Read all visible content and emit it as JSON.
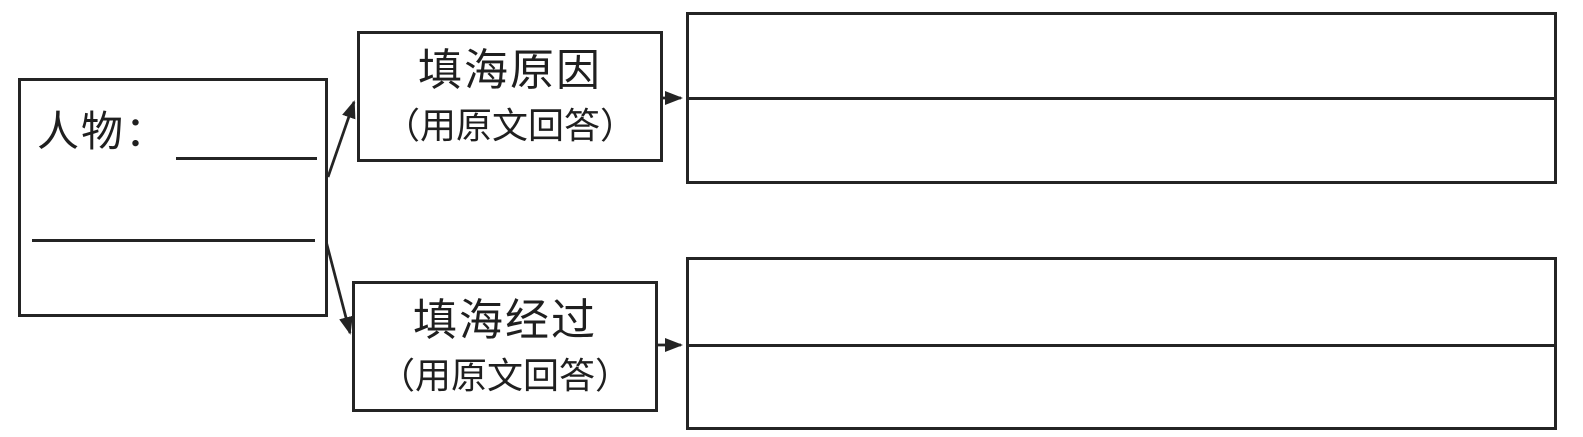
{
  "colors": {
    "ink": "#242424",
    "background": "#ffffff"
  },
  "character_box": {
    "label": "人物：",
    "blank_top_value": "",
    "blank_bottom_value": ""
  },
  "reason_box": {
    "title": "填海原因",
    "subtitle": "（用原文回答）"
  },
  "process_box": {
    "title": "填海经过",
    "subtitle": "（用原文回答）"
  },
  "reason_answer_box": {
    "top_line_value": "",
    "bottom_line_value": ""
  },
  "process_answer_box": {
    "top_line_value": "",
    "bottom_line_value": ""
  }
}
